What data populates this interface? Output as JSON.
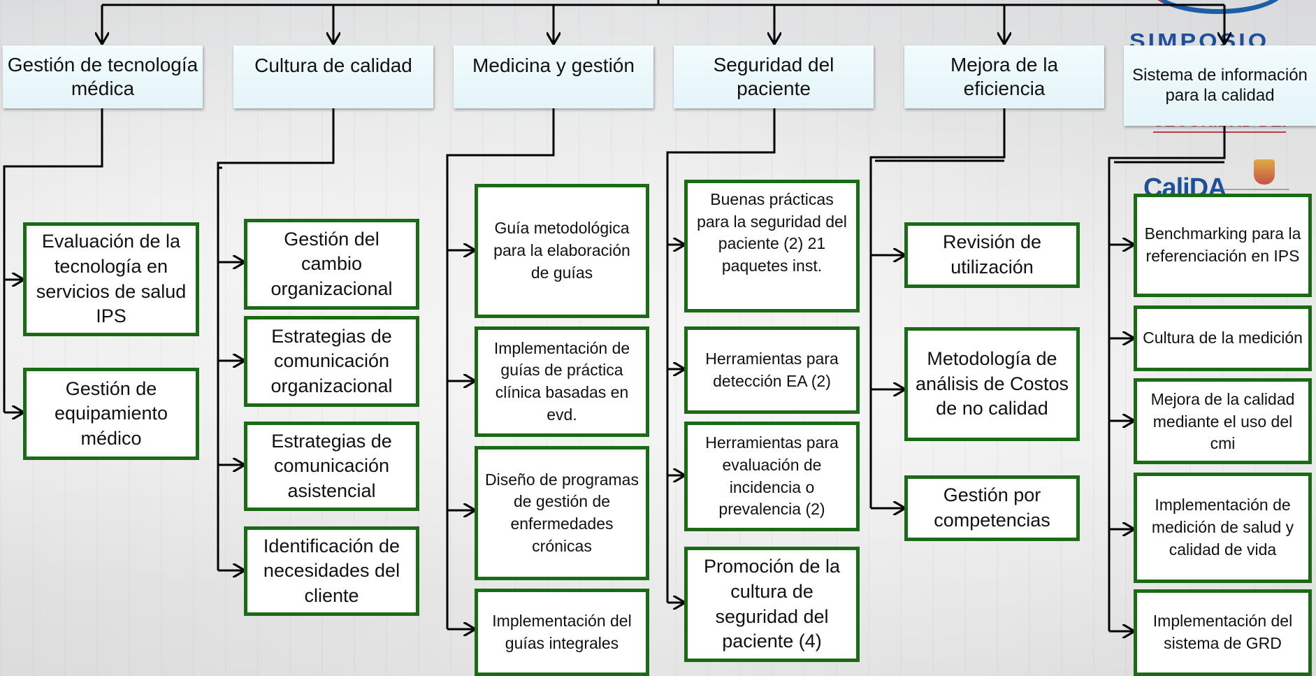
{
  "colors": {
    "box_border": "#1b6b16",
    "header_bg": "#e4f4f8",
    "connector": "#000000"
  },
  "logos": {
    "top_right_arc_text": "SIMPOSIO",
    "seguridad_fragment": "SEGURIDAD DEL PACIENTE",
    "calida": "CaliDA"
  },
  "columns": [
    {
      "header": "Gestión  de tecnología médica",
      "items": [
        "Evaluación de la tecnología en servicios de salud IPS",
        "Gestión de equipamiento médico"
      ]
    },
    {
      "header": "Cultura de calidad",
      "items": [
        "Gestión del cambio organizacional",
        "Estrategias de comunicación organizacional",
        "Estrategias de comunicación asistencial",
        "Identificación de necesidades del cliente"
      ]
    },
    {
      "header": "Medicina y gestión",
      "items": [
        "Guía metodológica para la elaboración de guías",
        "Implementación de guías de práctica clínica basadas en evd.",
        "Diseño de programas de gestión de enfermedades crónicas",
        "Implementación del guías integrales"
      ]
    },
    {
      "header": "Seguridad del paciente",
      "items": [
        "Buenas prácticas para la seguridad del paciente (2) 21 paquetes inst.",
        "Herramientas para detección EA (2)",
        "Herramientas para evaluación de incidencia o prevalencia (2)",
        "Promoción de la cultura de seguridad del paciente  (4)"
      ]
    },
    {
      "header": "Mejora de la eficiencia",
      "items": [
        "Revisión de utilización",
        "Metodología de análisis de Costos de no calidad",
        "Gestión por competencias"
      ]
    },
    {
      "header": "Sistema de información para la calidad",
      "items": [
        "Benchmarking para la referenciación en IPS",
        "Cultura de la medición",
        "Mejora de la calidad mediante el uso del cmi",
        "Implementación de medición de salud y calidad de vida",
        "Implementación del sistema de GRD"
      ]
    }
  ]
}
